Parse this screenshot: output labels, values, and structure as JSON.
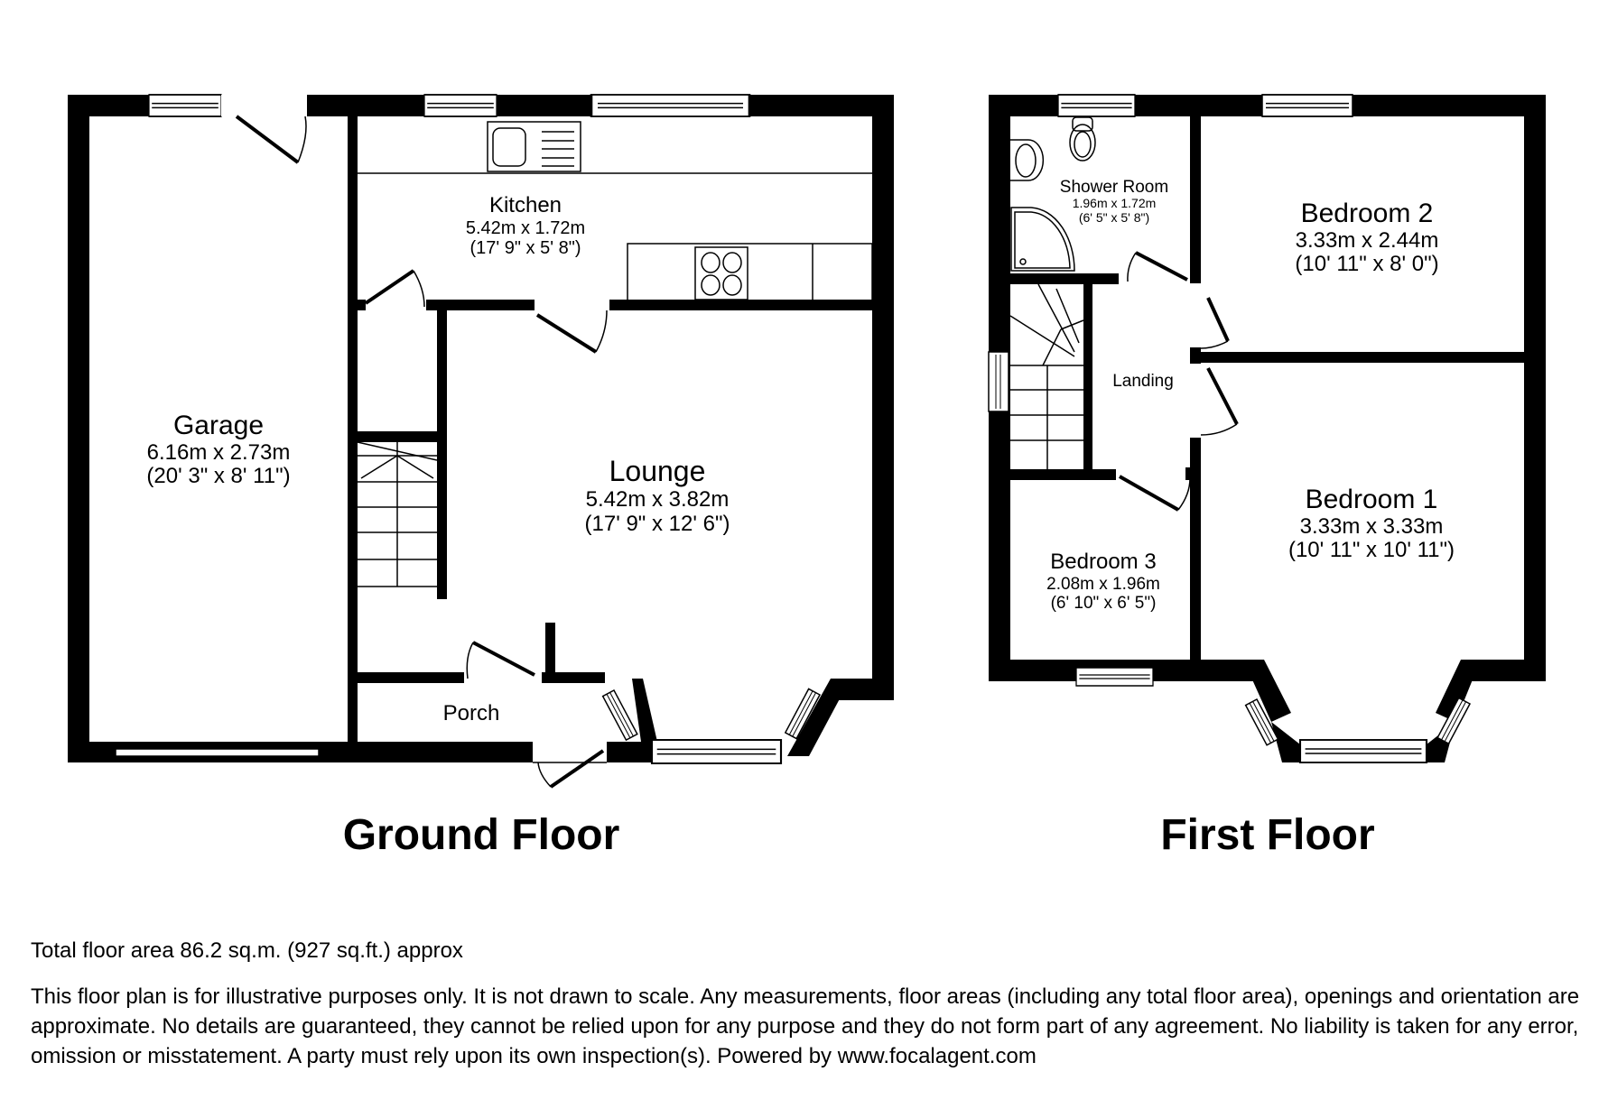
{
  "floors": [
    {
      "title": "Ground Floor",
      "rooms": [
        {
          "name": "Garage",
          "metric": "6.16m x 2.73m",
          "imperial": "(20' 3\" x 8' 11\")"
        },
        {
          "name": "Kitchen",
          "metric": "5.42m x 1.72m",
          "imperial": "(17' 9\" x 5' 8\")"
        },
        {
          "name": "Lounge",
          "metric": "5.42m x 3.82m",
          "imperial": "(17' 9\" x 12' 6\")"
        },
        {
          "name": "Porch"
        }
      ]
    },
    {
      "title": "First Floor",
      "rooms": [
        {
          "name": "Shower Room",
          "metric": "1.96m x 1.72m",
          "imperial": "(6' 5\" x 5' 8\")"
        },
        {
          "name": "Bedroom 2",
          "metric": "3.33m x 2.44m",
          "imperial": "(10' 11\" x 8' 0\")"
        },
        {
          "name": "Landing"
        },
        {
          "name": "Bedroom 1",
          "metric": "3.33m x 3.33m",
          "imperial": "(10' 11\" x 10' 11\")"
        },
        {
          "name": "Bedroom 3",
          "metric": "2.08m x 1.96m",
          "imperial": "(6' 10\" x 6' 5\")"
        }
      ]
    }
  ],
  "footer": {
    "total_area": "Total floor area 86.2 sq.m. (927 sq.ft.) approx",
    "disclaimer": "This floor plan is for illustrative purposes only. It is not drawn to scale. Any measurements, floor areas (including any total floor area), openings and orientation are approximate. No details are guaranteed, they cannot be relied upon for any purpose and they do not form part of any agreement. No liability is taken for any error, omission or misstatement. A party must rely upon its own inspection(s). Powered by www.focalagent.com"
  },
  "colors": {
    "wall": "#000000",
    "background": "#ffffff"
  }
}
